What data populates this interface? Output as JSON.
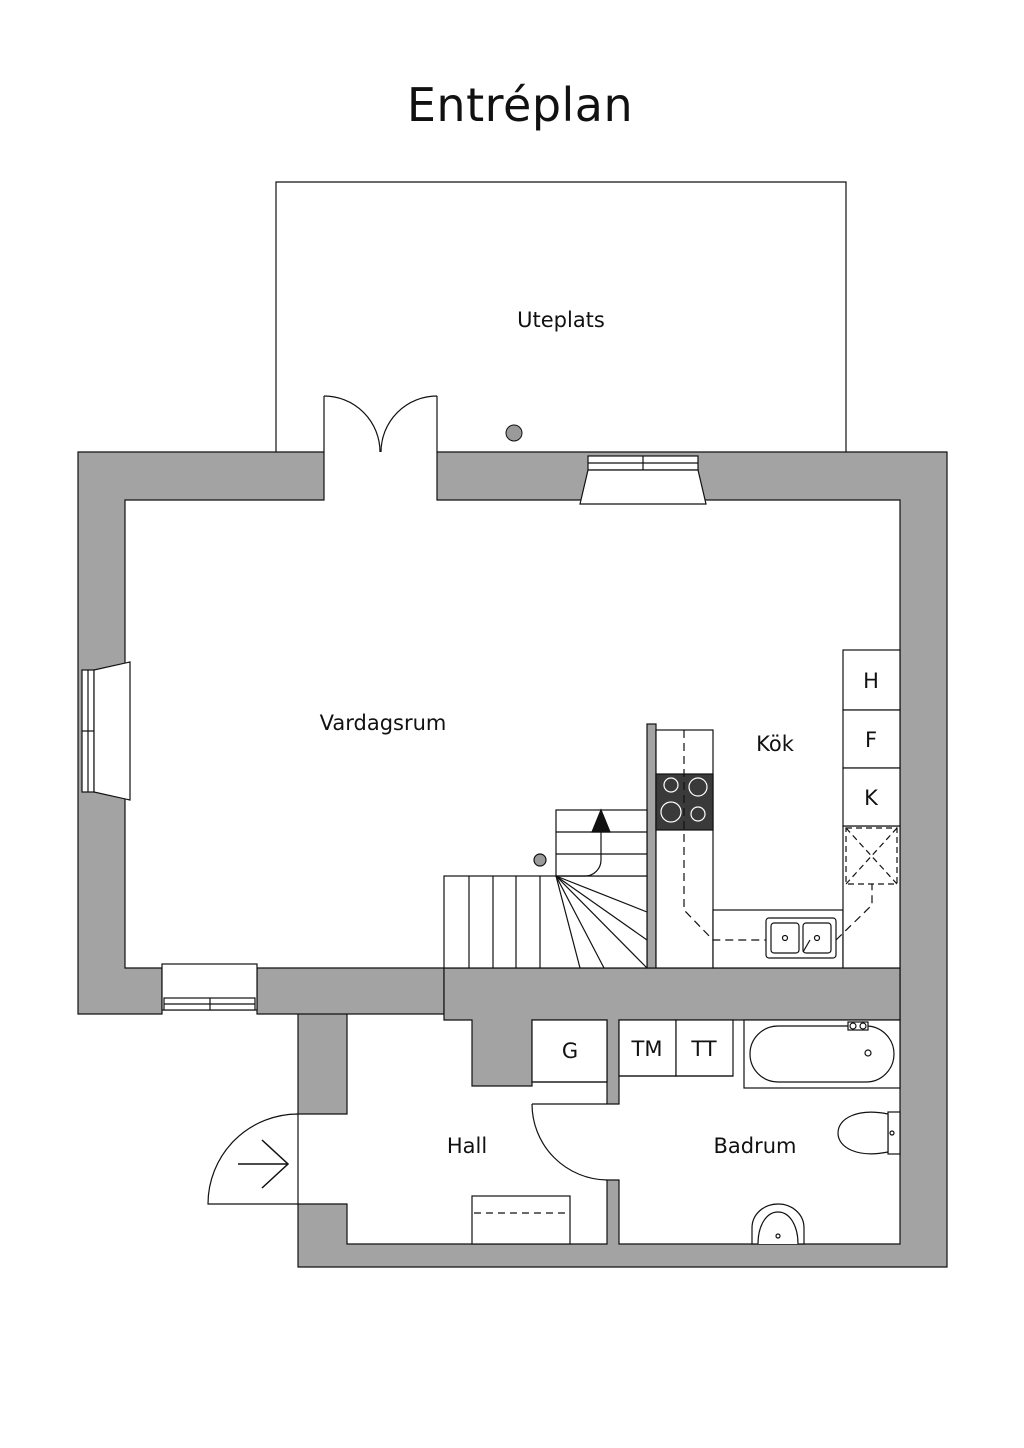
{
  "title": "Entréplan",
  "rooms": {
    "uteplats": "Uteplats",
    "vardagsrum": "Vardagsrum",
    "kok": "Kök",
    "hall": "Hall",
    "badrum": "Badrum"
  },
  "fixtures": {
    "fridge": "H",
    "freezer": "F",
    "cooler": "K",
    "wardrobe": "G",
    "washer": "TM",
    "dryer": "TT"
  },
  "colors": {
    "wall": "#a3a3a3",
    "line": "#111111",
    "stove": "#3a3a3a",
    "post": "#9a9a9a"
  }
}
